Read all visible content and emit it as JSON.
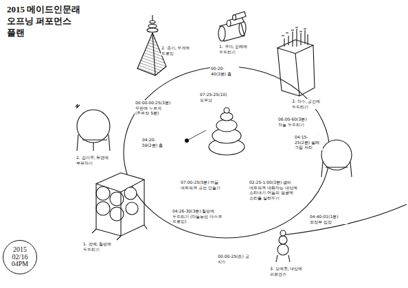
{
  "diagram": {
    "title": "2015 메이드인문래 오프닝 퍼포먼스 플랜",
    "nodes": [
      {
        "text": [
          "2015 02/16 04PM"
        ]
      }
    ],
    "labels": [
      "2. 중기, 무게에 드로잉",
      "1. 쿠마, 문래에 두드리기",
      "3. 하수, 공간에 두드리기",
      "2. 김미주, 투명에 부유하기",
      "1. 장예, 철판에 두드리기",
      "3. 오메호, 대상에 퍼포먼스",
      "00:20-40(3분) 춤",
      "00:00-00:25(3분) 무한에 누르게 (주르작 5분)",
      "07:25-25(10) 오프닝",
      "06:00-60(3분) 하늘 두드리기",
      "04:20-59(2분) 춤",
      "04:15-25(2분) 필래 그림 자리",
      "07:00-25(5분) 어둠 네트워크 곡선 만들기",
      "02:25-1:00(3분) 결비 네트워크 대화하는 대상에 소리내기 어둠의 얼굴에 소리를 살려두기",
      "04:26-30(3분) 철판에 두드리기 (하들능성 마스크 드로잉)",
      "04:40-01(1분) 외장부 입장",
      "00:00-25(초) 공 지수"
    ]
  }
}
